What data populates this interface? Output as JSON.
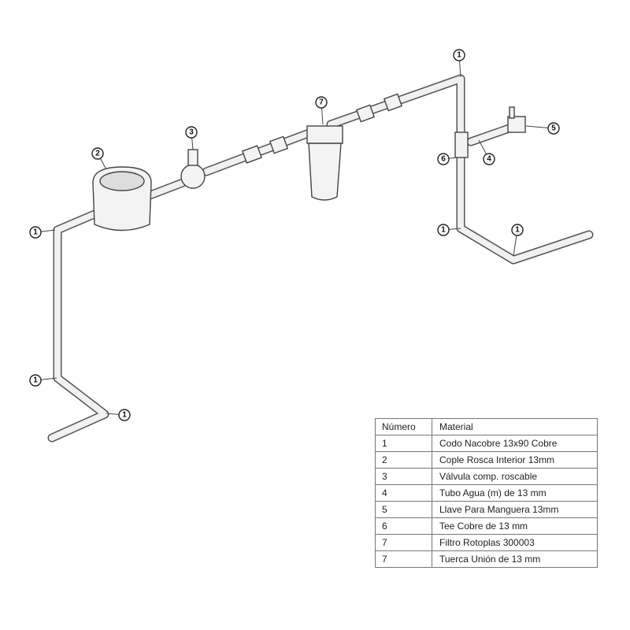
{
  "callouts": [
    "1",
    "7",
    "3",
    "2",
    "5",
    "6",
    "4",
    "1",
    "1",
    "1",
    "1",
    "1"
  ],
  "table": {
    "headers": [
      "Número",
      "Material"
    ],
    "rows": [
      [
        "1",
        "Codo Nacobre 13x90 Cobre"
      ],
      [
        "2",
        "Cople Rosca Interior 13mm"
      ],
      [
        "3",
        "Válvula comp. roscable"
      ],
      [
        "4",
        "Tubo Agua (m) de 13 mm"
      ],
      [
        "5",
        "Llave Para Manguera 13mm"
      ],
      [
        "6",
        "Tee Cobre de 13 mm"
      ],
      [
        "7",
        "Filtro Rotoplas 300003"
      ],
      [
        "7",
        "Tuerca Unión de 13 mm"
      ]
    ]
  }
}
